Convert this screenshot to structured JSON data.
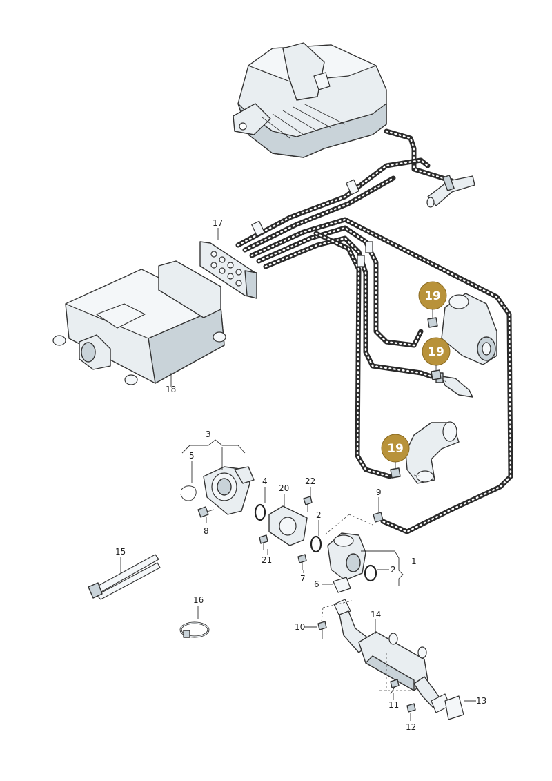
{
  "diagram": {
    "parts": [
      {
        "id": "part-1",
        "label": "1"
      },
      {
        "id": "part-2a",
        "label": "2"
      },
      {
        "id": "part-2b",
        "label": "2"
      },
      {
        "id": "part-3",
        "label": "3"
      },
      {
        "id": "part-4",
        "label": "4"
      },
      {
        "id": "part-5",
        "label": "5"
      },
      {
        "id": "part-6",
        "label": "6"
      },
      {
        "id": "part-7",
        "label": "7"
      },
      {
        "id": "part-8",
        "label": "8"
      },
      {
        "id": "part-9",
        "label": "9"
      },
      {
        "id": "part-10",
        "label": "10"
      },
      {
        "id": "part-11",
        "label": "11"
      },
      {
        "id": "part-12",
        "label": "12"
      },
      {
        "id": "part-13",
        "label": "13"
      },
      {
        "id": "part-14",
        "label": "14"
      },
      {
        "id": "part-15",
        "label": "15"
      },
      {
        "id": "part-16",
        "label": "16"
      },
      {
        "id": "part-17",
        "label": "17"
      },
      {
        "id": "part-18",
        "label": "18"
      },
      {
        "id": "part-20",
        "label": "20"
      },
      {
        "id": "part-21",
        "label": "21"
      },
      {
        "id": "part-22",
        "label": "22"
      }
    ],
    "highlighted_callouts": [
      {
        "id": "callout-19a",
        "label": "19"
      },
      {
        "id": "callout-19b",
        "label": "19"
      },
      {
        "id": "callout-19c",
        "label": "19"
      }
    ],
    "colors": {
      "highlight": "#b8923a",
      "line": "#333333",
      "fill": "#e9eef1"
    }
  }
}
